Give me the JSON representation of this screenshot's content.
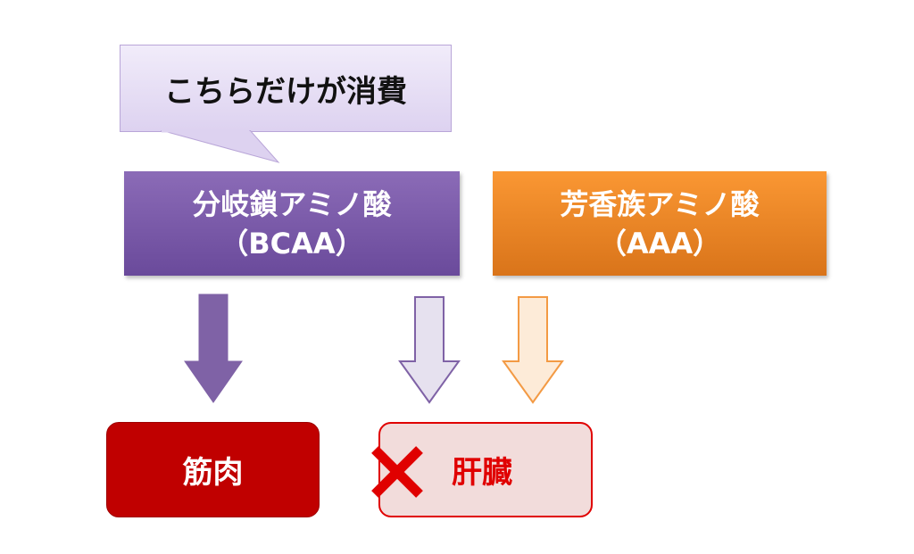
{
  "callout": {
    "text": "こちらだけが消費"
  },
  "categories": [
    {
      "name": "分岐鎖アミノ酸",
      "abbr": "（BCAA）",
      "color": "#7b5aa8"
    },
    {
      "name": "芳香族アミノ酸",
      "abbr": "（AAA）",
      "color": "#ef8426"
    }
  ],
  "destinations": [
    {
      "label": "筋肉",
      "color": "#c00000"
    },
    {
      "label": "肝臓",
      "status": "blocked",
      "icon": "x-mark-icon",
      "color": "#f2dcdb"
    }
  ],
  "arrows": [
    {
      "from": "分岐鎖アミノ酸",
      "to": "筋肉",
      "style": "solid"
    },
    {
      "from": "分岐鎖アミノ酸",
      "to": "肝臓",
      "style": "outline"
    },
    {
      "from": "芳香族アミノ酸",
      "to": "肝臓",
      "style": "outline"
    }
  ]
}
